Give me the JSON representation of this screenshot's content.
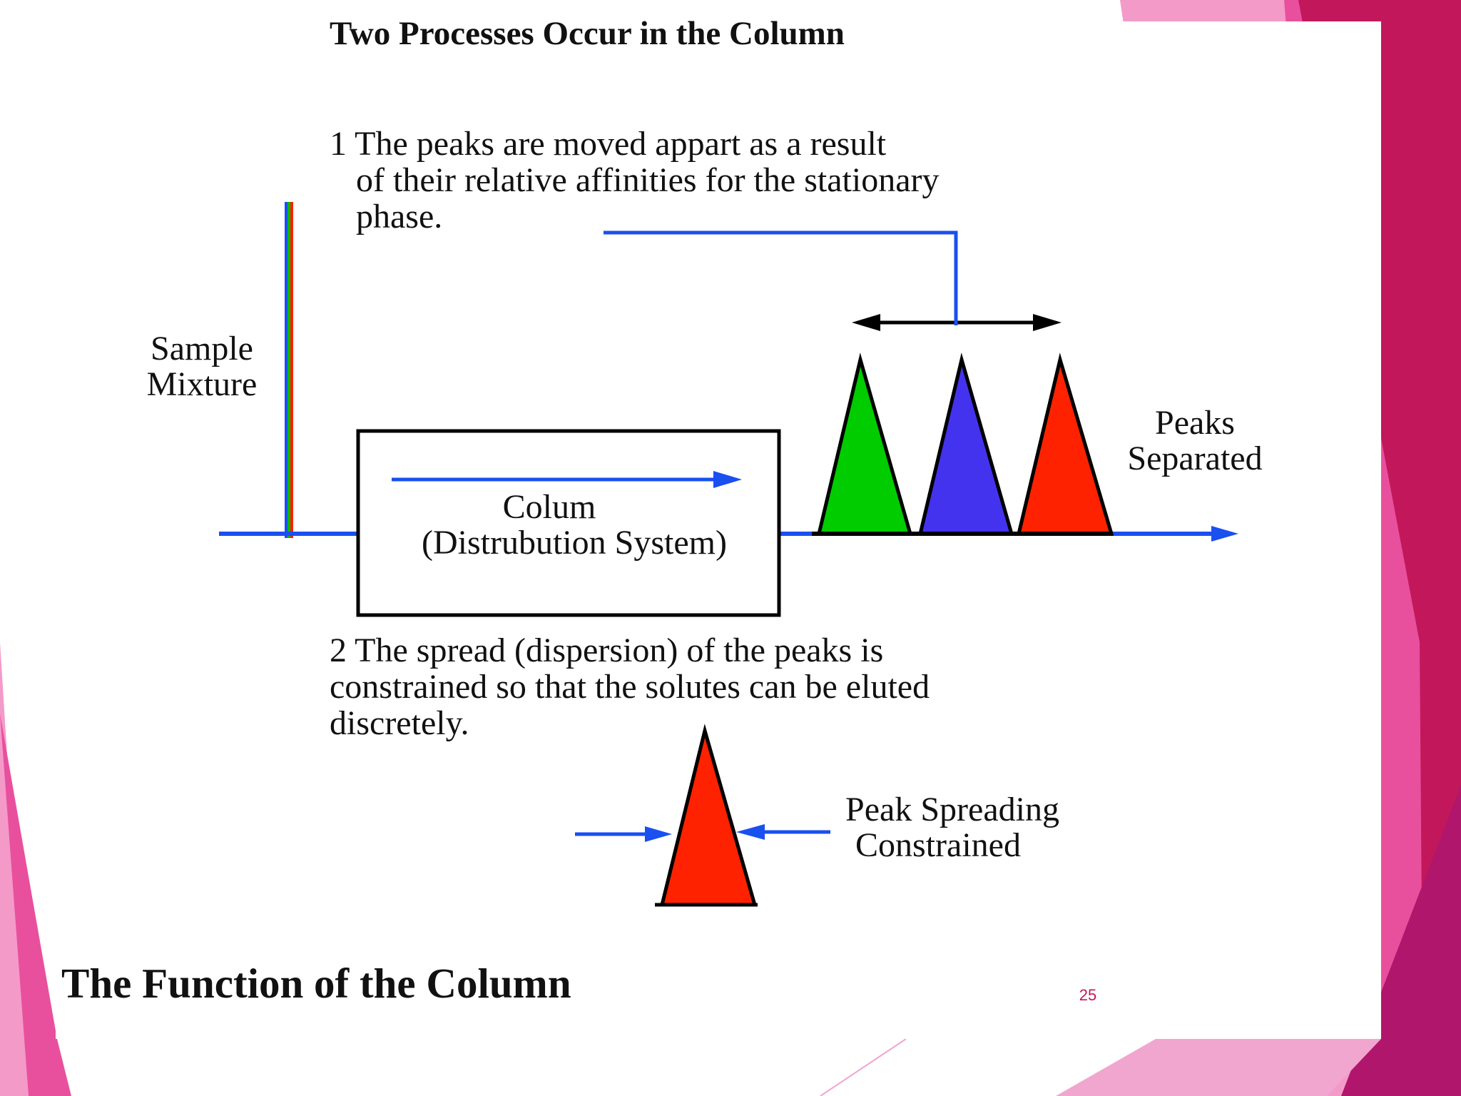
{
  "slide": {
    "title": "Two Processes Occur in the Column",
    "footer_title": "The Function of the Column",
    "page_number": "25",
    "accent_color": "#c2185b"
  },
  "diagram": {
    "process1": {
      "lines": [
        "1 The peaks are moved appart as a result",
        "of their relative affinities for the stationary",
        "phase."
      ]
    },
    "process2": {
      "lines": [
        "2 The spread (dispersion) of the peaks is",
        "constrained so that the solutes can be eluted",
        "discretely."
      ]
    },
    "sample_label": [
      "Sample",
      "Mixture"
    ],
    "peaks_label": [
      "Peaks",
      "Separated"
    ],
    "column_label": [
      "Colum",
      "(Distrubution System)"
    ],
    "spread_label": [
      "Peak Spreading",
      "Constrained"
    ],
    "colors": {
      "flow": "#1a4ff0",
      "peak_green": "#00cc00",
      "peak_blue": "#4433ee",
      "peak_red": "#ff2200",
      "outline": "#000000"
    }
  }
}
